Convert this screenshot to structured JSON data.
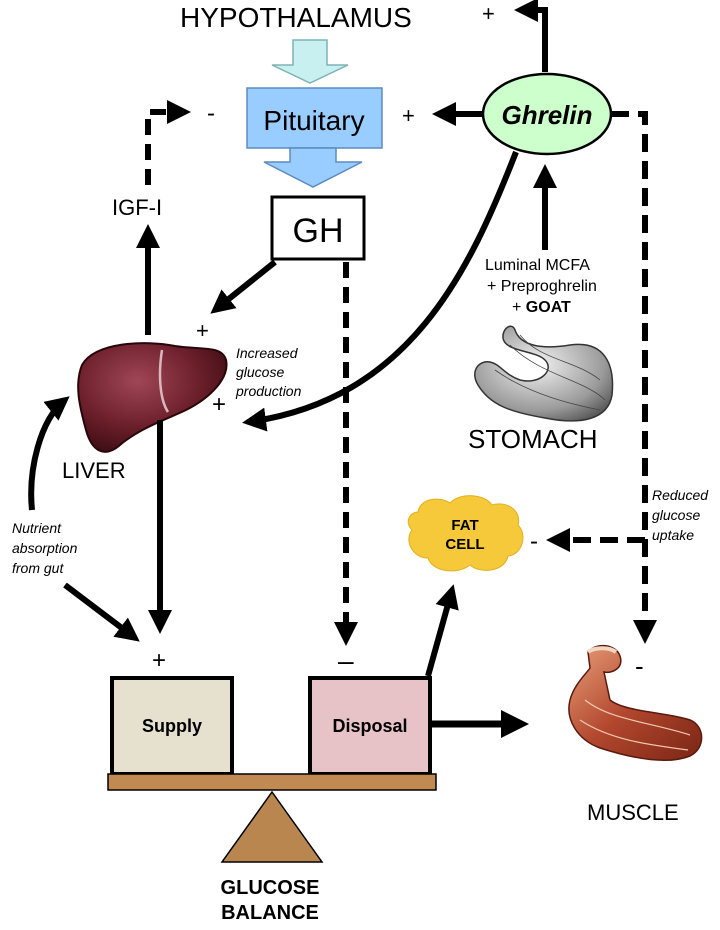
{
  "nodes": {
    "hypothalamus": "HYPOTHALAMUS",
    "pituitary": "Pituitary",
    "ghrelin": "Ghrelin",
    "gh": "GH",
    "igf": "IGF-I",
    "liver": "LIVER",
    "stomach": "STOMACH",
    "fat_cell": [
      "FAT",
      "CELL"
    ],
    "supply": "Supply",
    "disposal": "Disposal",
    "muscle": "MUSCLE",
    "balance": [
      "GLUCOSE",
      "BALANCE"
    ]
  },
  "annotations": {
    "stomach_inputs": [
      "Luminal MCFA",
      "+ Preproghrelin",
      "+ "
    ],
    "goat": "GOAT",
    "increased_glucose": [
      "Increased",
      "glucose",
      "production"
    ],
    "nutrient": [
      "Nutrient",
      "absorption",
      "from gut"
    ],
    "reduced_uptake": [
      "Reduced",
      "glucose",
      "uptake"
    ]
  },
  "signs": {
    "plus": "+",
    "minus": "-",
    "minus_bold": "–"
  },
  "colors": {
    "pituitary_fill": "#99ccff",
    "ghrelin_fill": "#ccffcc",
    "fat_fill": "#f5c93a",
    "supply_fill": "#e6e0cf",
    "disposal_fill": "#e7c3c7",
    "beam_fill": "#c08a52",
    "fulcrum_fill": "#b98650",
    "liver_fill": "#6b1f2a",
    "hypo_arrow_fill": "#c9f0f0"
  }
}
